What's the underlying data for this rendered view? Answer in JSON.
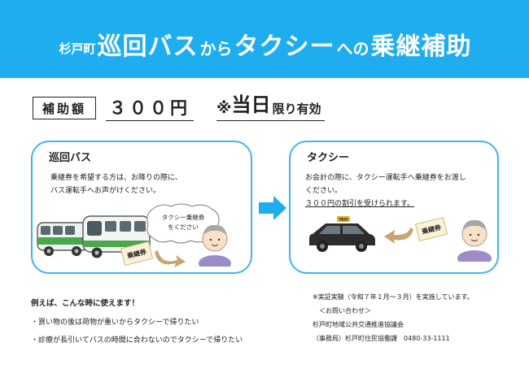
{
  "banner": {
    "town": "杉戸町",
    "route_bus": "巡回バス",
    "kara": "から",
    "taxi": "タクシー",
    "heno": "への",
    "subsidy": "乗継補助"
  },
  "subsidy": {
    "label": "補助額",
    "amount": "３００円",
    "note_mark": "※",
    "note_day": "当日",
    "note_rest": "限り有効"
  },
  "bus_panel": {
    "title": "巡回バス",
    "line1": "乗継券を希望する方は、お降りの際に、",
    "line2": "バス運転手へお声がけください。",
    "bubble_line1": "タクシー乗継券",
    "bubble_line2": "をください",
    "ticket": "乗継券"
  },
  "taxi_panel": {
    "title": "タクシー",
    "line1": "お会計の際に、タクシー運転手へ乗継券をお渡し",
    "line2": "ください。",
    "line3": "３００円の割引を受けられます。",
    "ticket": "乗継券",
    "taxi_sign": "TAXI"
  },
  "examples": {
    "title": "例えば、こんな時に使えます！",
    "item1": "・買い物の後は荷物が重いからタクシーで帰りたい",
    "item2": "・診療が長引いてバスの時間に合わないのでタクシーで帰りたい"
  },
  "contact": {
    "trial": "※実証実験（令和７年１月～３月）を実施しています。",
    "inquiry": "＜お問い合わせ＞",
    "council": "杉戸町地域公共交通推進協議会",
    "office": "（事務局）杉戸町住民協働課　0480-33-1111"
  },
  "colors": {
    "banner": "#1eaef0",
    "panel_border": "#42b4ee",
    "bus_green": "#4aa74a",
    "arrow": "#1eaef0"
  }
}
